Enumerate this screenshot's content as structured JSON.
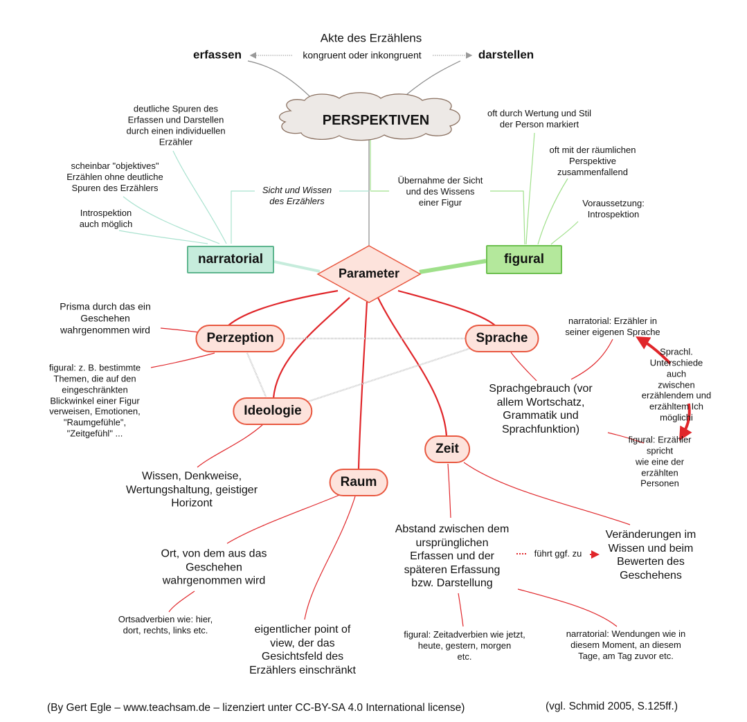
{
  "header": {
    "title": "Akte des Erzählens",
    "left_term": "erfassen",
    "right_term": "darstellen",
    "relation": "kongruent oder inkongruent"
  },
  "center": {
    "title": "PERSPEKTIVEN",
    "shape": "cloud"
  },
  "hub": {
    "label": "Parameter",
    "shape": "diamond"
  },
  "types": {
    "narratorial": {
      "label": "narratorial",
      "connector": "Sicht und Wissen\ndes Erzählers",
      "notes": [
        "deutliche Spuren des\nErfassen und Darstellen\ndurch einen individuellen\nErzähler",
        "scheinbar \"objektives\"\nErzählen ohne deutliche\nSpuren des Erzählers",
        "Introspektion\nauch möglich"
      ],
      "color": "#c6ecdc"
    },
    "figural": {
      "label": "figural",
      "connector": "Übernahme der Sicht\nund des Wissens\neiner Figur",
      "notes": [
        "oft durch Wertung und Stil\nder Person markiert",
        "oft mit der räumlichen\nPerspektive\nzusammenfallend",
        "Voraussetzung:\nIntrospektion"
      ],
      "color": "#b4e89c"
    }
  },
  "parameters": {
    "perzeption": {
      "label": "Perzeption",
      "notes": [
        "Prisma durch das ein\nGeschehen\nwahrgenommen wird",
        "figural: z. B. bestimmte\nThemen, die auf den\neingeschränkten\nBlickwinkel einer Figur\nverweisen, Emotionen,\n\"Raumgefühle\",\n\"Zeitgefühl\" ..."
      ]
    },
    "sprache": {
      "label": "Sprache",
      "main": "Sprachgebrauch (vor\nallem Wortschatz,\nGrammatik und\nSprachfunktion)",
      "narratorial": "narratorial: Erzähler in\nseiner eigenen Sprache",
      "figural": "figural: Erzähler spricht\nwie eine der erzählten\nPersonen",
      "difference": "Sprachl. Unterschiede auch\nzwischen erzählendem und\nerzähltem Ich möglichi"
    },
    "ideologie": {
      "label": "Ideologie",
      "main": "Wissen, Denkweise,\nWertungshaltung, geistiger\nHorizont"
    },
    "raum": {
      "label": "Raum",
      "main": "Ort, von dem aus das\nGeschehen\nwahrgenommen wird",
      "sub": "Ortsadverbien wie: hier,\ndort, rechts, links etc.",
      "pov": "eigentlicher point of\nview, der das\nGesichtsfeld des\nErzählers einschränkt"
    },
    "zeit": {
      "label": "Zeit",
      "main": "Abstand zwischen dem\nursprünglichen\nErfassen und der\nspäteren Erfassung\nbzw. Darstellung",
      "leads_to": "führt ggf. zu",
      "result": "Veränderungen im\nWissen und beim\nBewerten des\nGeschehens",
      "figural": "figural: Zeitadverbien wie jetzt,\nheute, gestern, morgen\netc.",
      "narratorial": "narratorial: Wendungen wie in\ndiesem Moment, an diesem\nTage, am Tag zuvor etc."
    }
  },
  "footer": {
    "credit": "(By Gert Egle – www.teachsam.de – lizenziert unter CC-BY-SA 4.0 International license)",
    "source": "(vgl. Schmid 2005, S.125ff.)"
  },
  "colors": {
    "parameter_fill": "#fde3dc",
    "parameter_stroke": "#e8573f",
    "branch_red": "#e0262a",
    "narratorial_line": "#a9e2cf",
    "figural_line": "#9fe08a",
    "cloud_fill": "#ede9e6",
    "cloud_stroke": "#8a7060",
    "dotted_gray": "#c8c8c8"
  }
}
